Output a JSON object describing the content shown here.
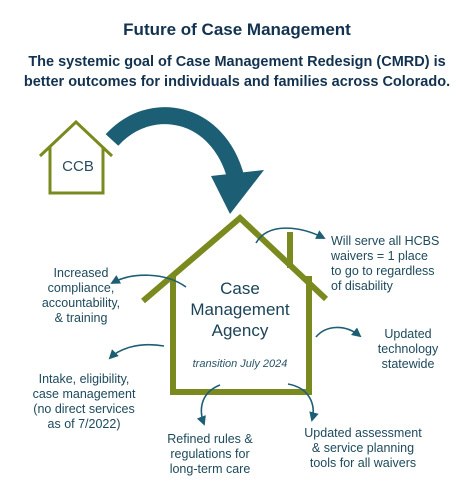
{
  "title": "Future of Case Management",
  "subtitle": "The systemic goal of Case Management Redesign (CMRD) is better outcomes for individuals and families across Colorado.",
  "colors": {
    "house": "#7a8a1f",
    "arrow_big": "#1c5e73",
    "arrow_small": "#1c5e73",
    "text_dark": "#12324f"
  },
  "ccb": {
    "label": "CCB"
  },
  "agency": {
    "line1": "Case",
    "line2": "Management",
    "line3": "Agency",
    "transition": "transition July 2024"
  },
  "callouts": {
    "hcbs": [
      "Will serve all HCBS",
      "waivers = 1 place",
      "to go to regardless",
      "of disability"
    ],
    "compliance": [
      "Increased",
      "compliance,",
      "accountability,",
      "& training"
    ],
    "technology": [
      "Updated",
      "technology",
      "statewide"
    ],
    "intake": [
      "Intake, eligibility,",
      "case management",
      "(no direct services",
      "as of 7/2022)"
    ],
    "rules": [
      "Refined rules &",
      "regulations for",
      "long-term care"
    ],
    "assessment": [
      "Updated assessment",
      "& service planning",
      "tools for all waivers"
    ]
  }
}
